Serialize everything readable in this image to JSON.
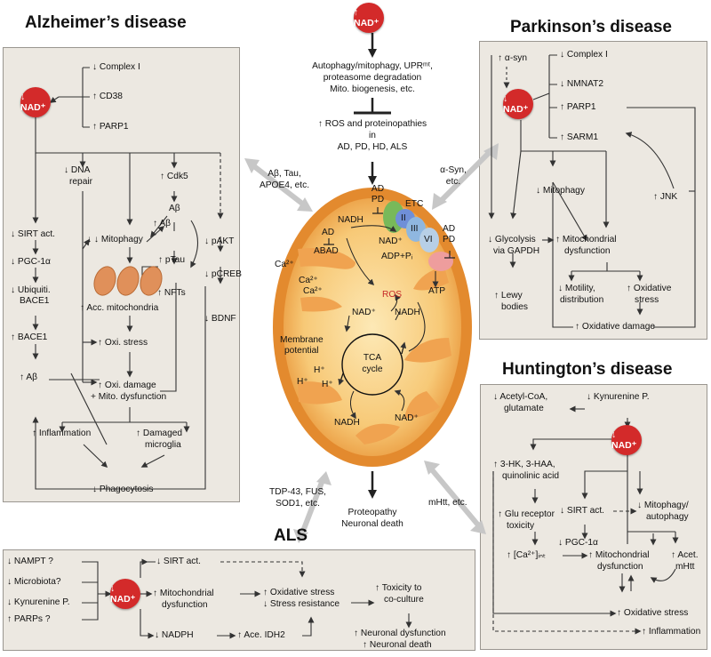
{
  "top": {
    "nad": "↑ NAD⁺",
    "mech": [
      "Autophagy/mitophagy, UPRᵐᵗ,",
      "proteasome degradation",
      "Mito. biogenesis, etc."
    ],
    "ros": [
      "↑ ROS and proteinopathies",
      "in",
      "AD, PD, HD, ALS"
    ],
    "ad_factors": [
      "Aβ, Tau,",
      "APOE4, etc."
    ],
    "pd_factors": [
      "α-Syn,",
      "etc."
    ],
    "als_factors": [
      "TDP-43, FUS,",
      "SOD1, etc."
    ],
    "hd_factors": "mHtt, etc.",
    "outcome": [
      "Proteopathy",
      "Neuronal death"
    ]
  },
  "mito": {
    "ad_pd_1": [
      "AD",
      "PD"
    ],
    "etc": "ETC",
    "nadh": "NADH",
    "nad_plus": "NAD⁺",
    "complex": [
      "II",
      "III",
      "VI"
    ],
    "ad_pd_2": [
      "AD",
      "PD"
    ],
    "adp": "ADP+Pᵢ",
    "atp": "ATP",
    "ad_abad": [
      "AD",
      "ABAD"
    ],
    "ca1": "Ca²⁺",
    "ca2": [
      "Ca²⁺",
      "Ca²⁺"
    ],
    "ros": "ROS",
    "nad2": "NAD⁺",
    "nadh2": "NADH",
    "membrane": [
      "Membrane",
      "potential"
    ],
    "h": [
      "H⁺",
      "H⁺",
      "H⁺"
    ],
    "tca": [
      "TCA",
      "cycle"
    ],
    "nadh3": "NADH",
    "nad3": "NAD⁺"
  },
  "ad": {
    "title": "Alzheimer’s disease",
    "nad": "↓ NAD⁺",
    "inputs": [
      "↓ Complex I",
      "↑ CD38",
      "↑ PARP1"
    ],
    "col1": [
      "↓ SIRT act.",
      "↓ PGC-1α",
      "↓ Ubiquiti.",
      "BACE1",
      "↑ BACE1",
      "↑ Aβ"
    ],
    "dna": [
      "↓ DNA",
      "repair"
    ],
    "mito": [
      "↓ ↓ Mitophagy",
      "↑ Acc. mitochondria",
      "↑ Oxi. stress",
      "↑ Oxi. damage",
      "+ Mito. dysfunction"
    ],
    "cdk": [
      "↑ Cdk5",
      "Aβ",
      "↑ Aβ",
      "↑ pTau",
      "↑ NFTs"
    ],
    "akt": [
      "↓ pAKT",
      "↓ pCREB",
      "↓ BDNF"
    ],
    "bottom": [
      "↑ Inflammation",
      "↑ Damaged",
      "microglia",
      "↓ Phagocytosis"
    ]
  },
  "pd": {
    "title": "Parkinson’s disease",
    "syn": "↑ α-syn",
    "nad": "↓ NAD⁺",
    "inputs": [
      "↓ Complex I",
      "↓ NMNAT2",
      "↑ PARP1",
      "↑ SARM1"
    ],
    "jnk": "↑ JNK",
    "mitophagy": "↓ Mitophagy",
    "glyc": [
      "↓ Glycolysis",
      "via GAPDH"
    ],
    "mdys": [
      "↑ Mitochondrial",
      "dysfunction"
    ],
    "lewy": [
      "↑ Lewy",
      "bodies"
    ],
    "motility": [
      "↓ Motility,",
      "distribution"
    ],
    "oxs": [
      "↑ Oxidative",
      "stress"
    ],
    "oxd": "↑ Oxidative damage"
  },
  "hd": {
    "title": "Huntington’s disease",
    "acetyl": [
      "↓ Acetyl-CoA,",
      "glutamate"
    ],
    "kyn": "↓ Kynurenine P.",
    "nad": "↓ NAD⁺",
    "hk": [
      "↑ 3-HK, 3-HAA,",
      "quinolinic acid"
    ],
    "glu": [
      "↑ Glu receptor",
      "toxicity"
    ],
    "ca": "↑ [Ca²⁺]ᵢₙₜ",
    "sirt": "↓ SIRT act.",
    "mito": [
      "↓ Mitophagy/",
      "autophagy"
    ],
    "pgc": "↓ PGC-1α",
    "mdys": [
      "↑ Mitochondrial",
      "dysfunction"
    ],
    "acet": [
      "↑ Acet.",
      "mHtt"
    ],
    "oxs": "↑ Oxidative stress",
    "infl": "↑ Inflammation"
  },
  "als": {
    "title": "ALS",
    "inputs": [
      "↓ NAMPT ?",
      "↓ Microbiota?",
      "↓ Kynurenine P.",
      "↑ PARPs ?"
    ],
    "nad": "↓ NAD⁺",
    "sirt": "↓ SIRT act.",
    "mdys": [
      "↑ Mitochondrial",
      "dysfunction"
    ],
    "nadph": "↓ NADPH",
    "idh": "↑ Ace. IDH2",
    "ox": [
      "↑ Oxidative stress",
      "↓ Stress resistance"
    ],
    "tox": [
      "↑ Toxicity to",
      "co-culture"
    ],
    "neuro": [
      "↑ Neuronal dysfunction",
      "↑ Neuronal death"
    ]
  }
}
